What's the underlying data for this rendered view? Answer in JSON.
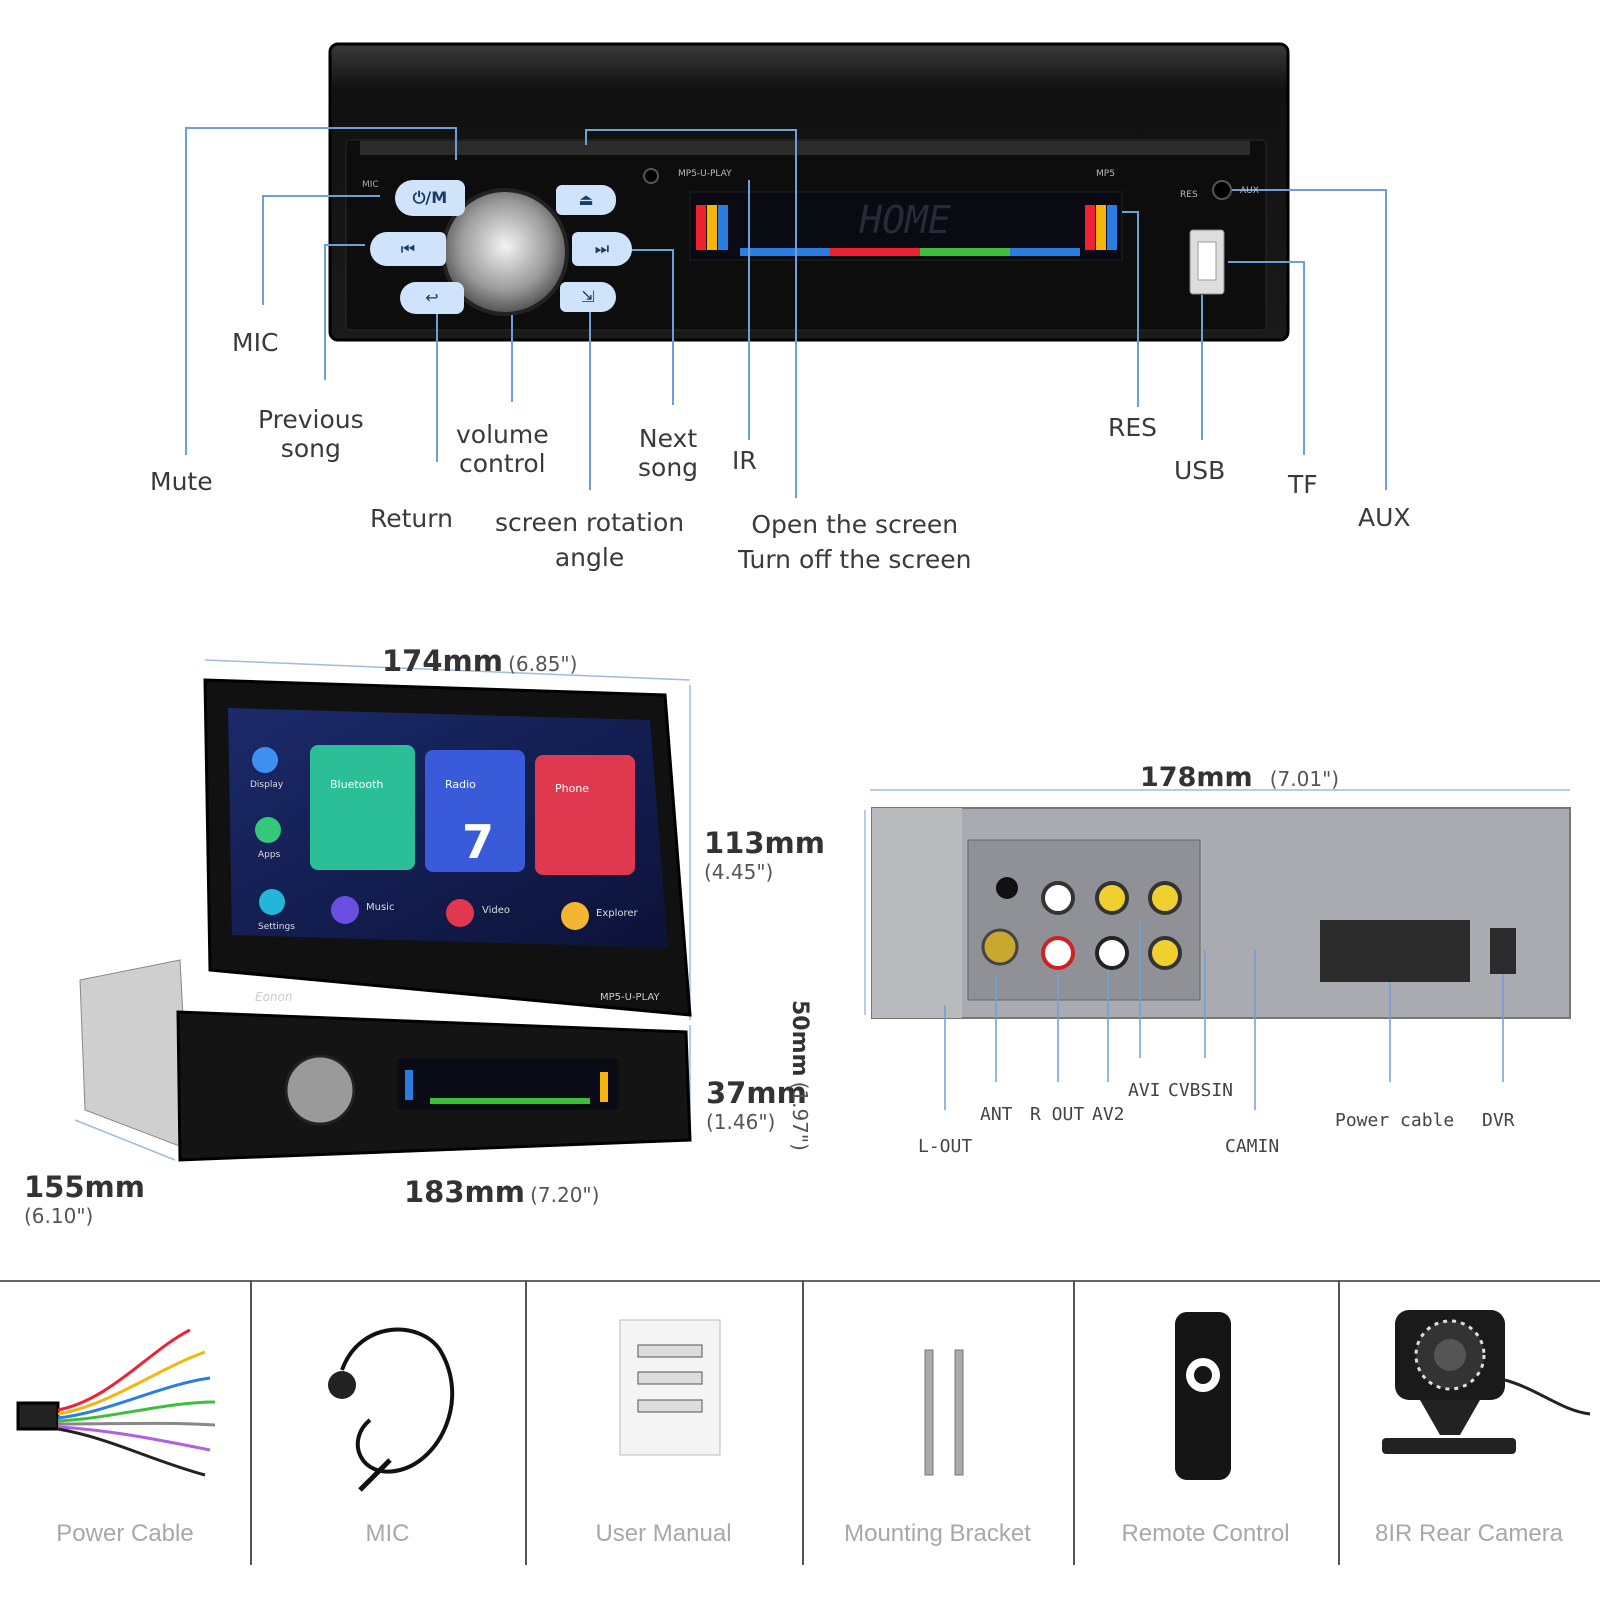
{
  "front_panel": {
    "display_text": "HOME",
    "panel_labels": {
      "mic": "MIC",
      "model": "MP5-U-PLAY",
      "mp5": "MP5",
      "res": "RES",
      "aux": "AUX"
    },
    "button_glyphs": {
      "power": "⏻/M",
      "eject": "⏏",
      "prev": "⏮",
      "next": "⏭",
      "back": "↩",
      "rotate": "⇲"
    }
  },
  "callouts": {
    "mic": "MIC",
    "previous_song": [
      "Previous",
      "song"
    ],
    "mute": "Mute",
    "volume_control": [
      "volume",
      "control"
    ],
    "next_song": [
      "Next",
      "song"
    ],
    "ir": "IR",
    "return": "Return",
    "screen_rotation": [
      "screen rotation",
      "angle"
    ],
    "open_screen": [
      "Open the screen",
      "Turn off the screen"
    ],
    "res": "RES",
    "usb": "USB",
    "tf": "TF",
    "aux": "AUX"
  },
  "dimensions": {
    "width_top": {
      "mm": "174mm",
      "in": "(6.85\")"
    },
    "screen_height": {
      "mm": "113mm",
      "in": "(4.45\")"
    },
    "unit_height": {
      "mm": "37mm",
      "in": "(1.46\")"
    },
    "depth": {
      "mm": "155mm",
      "in": "(6.10\")"
    },
    "width_bottom": {
      "mm": "183mm",
      "in": "(7.20\")"
    },
    "rear_width": {
      "mm": "178mm",
      "in": "(7.01\")"
    },
    "rear_height": {
      "mm": "50mm",
      "in": "(1.97\")"
    }
  },
  "screen_ui": {
    "brand": "Eonon",
    "model": "MP5-U-PLAY",
    "tiles": [
      "Bluetooth",
      "Radio",
      "Phone"
    ],
    "apps": [
      "Music",
      "Video",
      "Explorer"
    ],
    "side_apps": [
      "Display",
      "Apps",
      "Settings"
    ],
    "radio_number": "7"
  },
  "rear_ports": {
    "l_out": "L-OUT",
    "ant": "ANT",
    "r_out": "R OUT",
    "av2": "AV2",
    "av1": "AVI",
    "cvbsin": "CVBSIN",
    "camin": "CAMIN",
    "power_cable": "Power cable",
    "dvr": "DVR"
  },
  "accessories": [
    {
      "name": "Power Cable"
    },
    {
      "name": "MIC"
    },
    {
      "name": "User Manual"
    },
    {
      "name": "Mounting Bracket"
    },
    {
      "name": "Remote Control"
    },
    {
      "name": "8IR Rear Camera"
    }
  ],
  "colors": {
    "accent_blue": "#2a7de1",
    "line_blue": "#6f9fd8",
    "panel_black": "#151515"
  }
}
